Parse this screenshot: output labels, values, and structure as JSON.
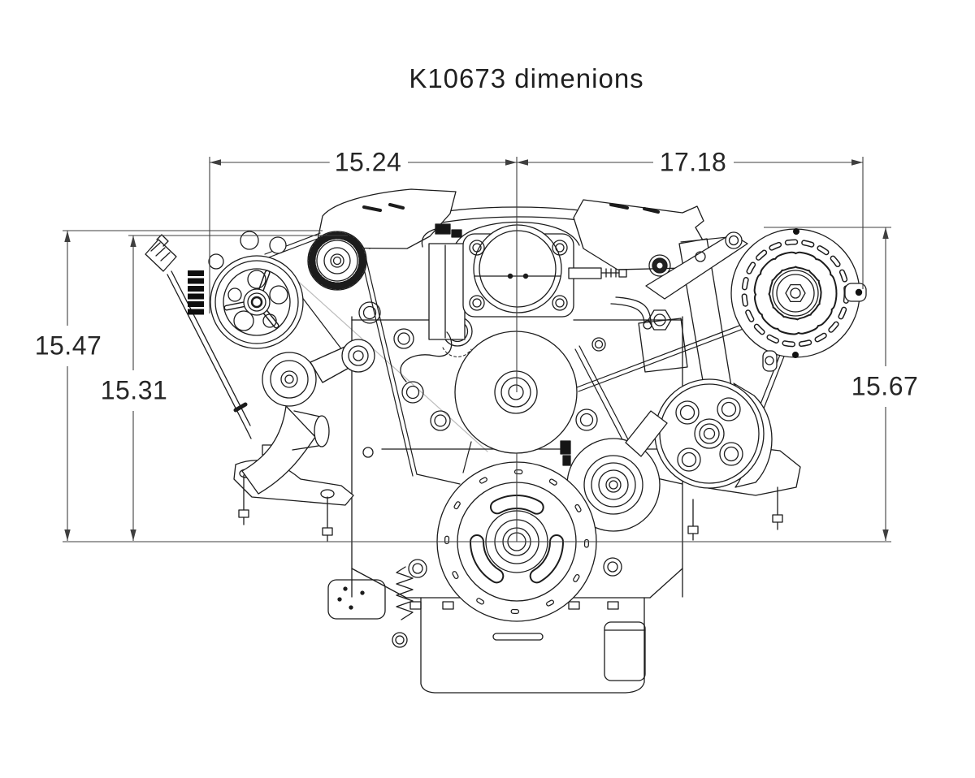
{
  "title": "K10673 dimenions",
  "dimensions": {
    "top_left_width": "15.24",
    "top_right_width": "17.18",
    "left_outer_height": "15.47",
    "left_inner_height": "15.31",
    "right_height": "15.67"
  },
  "drawing": {
    "type": "engine-front-view-dimension-drawing",
    "background": "#ffffff",
    "line_color": "#1c1c1c",
    "dimension_line_color": "#3f3f3f",
    "components": [
      "serpentine-belt",
      "ac-compressor-clutch",
      "ribbed-idler-pulley",
      "belt-tensioner",
      "throttle-body",
      "intake-manifold",
      "valve-cover-left",
      "valve-cover-right",
      "water-pump-pulley",
      "alternator",
      "power-steering-pump-pulley",
      "idler-pulley",
      "harmonic-balancer",
      "oil-pan",
      "oil-filter",
      "engine-mount-left",
      "engine-mount-right",
      "dipstick",
      "coolant-outlet"
    ]
  }
}
